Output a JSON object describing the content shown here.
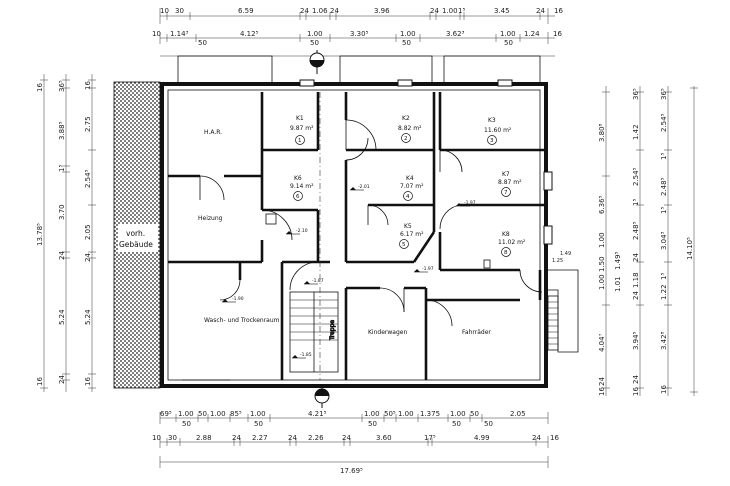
{
  "rooms": {
    "har": "H.A.R.",
    "heizung": "Heizung",
    "waschraum": "Wasch- und Trockenraum",
    "kinderwagen": "Kinderwagen",
    "fahrraeder": "Fahrräder",
    "vorh_line1": "vorh.",
    "vorh_line2": "Gebäude"
  },
  "kellers": [
    {
      "name": "K1",
      "area": "9.87 m²",
      "num": "1"
    },
    {
      "name": "K2",
      "area": "8.82 m²",
      "num": "2"
    },
    {
      "name": "K3",
      "area": "11.60 m²",
      "num": "3"
    },
    {
      "name": "K4",
      "area": "7.07 m²",
      "num": "4"
    },
    {
      "name": "K5",
      "area": "6.17 m²",
      "num": "5"
    },
    {
      "name": "K6",
      "area": "9.14 m²",
      "num": "6"
    },
    {
      "name": "K7",
      "area": "8.87 m²",
      "num": "7"
    },
    {
      "name": "K8",
      "area": "11.02 m²",
      "num": "8"
    }
  ],
  "top_dims_row1": [
    "10",
    "30",
    "6.59",
    "24",
    "1.06",
    "24",
    "3.96",
    "24",
    "1.00",
    "1⁵",
    "3.45",
    "24",
    "16"
  ],
  "top_dims_row2": [
    "10",
    "1.14³",
    "4.12⁵",
    "1.00",
    "3.30⁵",
    "1.00",
    "3.62³",
    "1.00",
    "1.24",
    "16"
  ],
  "top_dims_row2_sub": [
    "50",
    "50",
    "50",
    "50"
  ],
  "bottom_dims_row1": [
    "69⁵",
    "1.00",
    "50",
    "1.00",
    "85⁵",
    "1.00",
    "4.21⁵",
    "1.00",
    "50⁵",
    "1.00",
    "1.375",
    "1.00",
    "50",
    "2.05"
  ],
  "bottom_dims_row1_sub": [
    "50",
    "50",
    "50",
    "50",
    "50"
  ],
  "bottom_dims_row2": [
    "10",
    "30",
    "2.88",
    "24",
    "2.27",
    "24",
    "2.26",
    "24",
    "3.60",
    "17⁵",
    "4.99",
    "24",
    "16"
  ],
  "bottom_total": "17.69⁵",
  "left_dims_outer": [
    "16",
    "13.78⁵",
    "16"
  ],
  "left_dims_mid": [
    "36⁵",
    "3.88⁵",
    "1⁵",
    "3.70",
    "24",
    "5.24",
    "24"
  ],
  "left_dims_inner": [
    "16",
    "2.75",
    "2.54⁵",
    "2.05",
    "24",
    "5.24",
    "16"
  ],
  "right_dims_a": [
    "3.80⁸",
    "6.36⁵",
    "1.00",
    "1.50",
    "1.00",
    "4.04⁷",
    "24",
    "16"
  ],
  "right_dims_b": [
    "36⁵",
    "1.42",
    "2.54⁵",
    "1⁵",
    "2.48⁵",
    "24",
    "1.18",
    "24",
    "3.94⁵",
    "24",
    "16"
  ],
  "right_dims_c": [
    "36⁵",
    "2.54⁵",
    "1⁵",
    "2.48⁵",
    "1⁵",
    "3.04³",
    "1⁵",
    "1.22",
    "3.42⁸",
    "16"
  ],
  "right_total": "14.10⁵",
  "right_small": [
    "1.01",
    "1.49⁵",
    "1.25",
    "1.49"
  ],
  "elev_marks": [
    "-1.90",
    "-2.10",
    "-2.01",
    "-1.97",
    "-1.97",
    "-1.87",
    "-1.85"
  ],
  "stair_label": "Treppe"
}
